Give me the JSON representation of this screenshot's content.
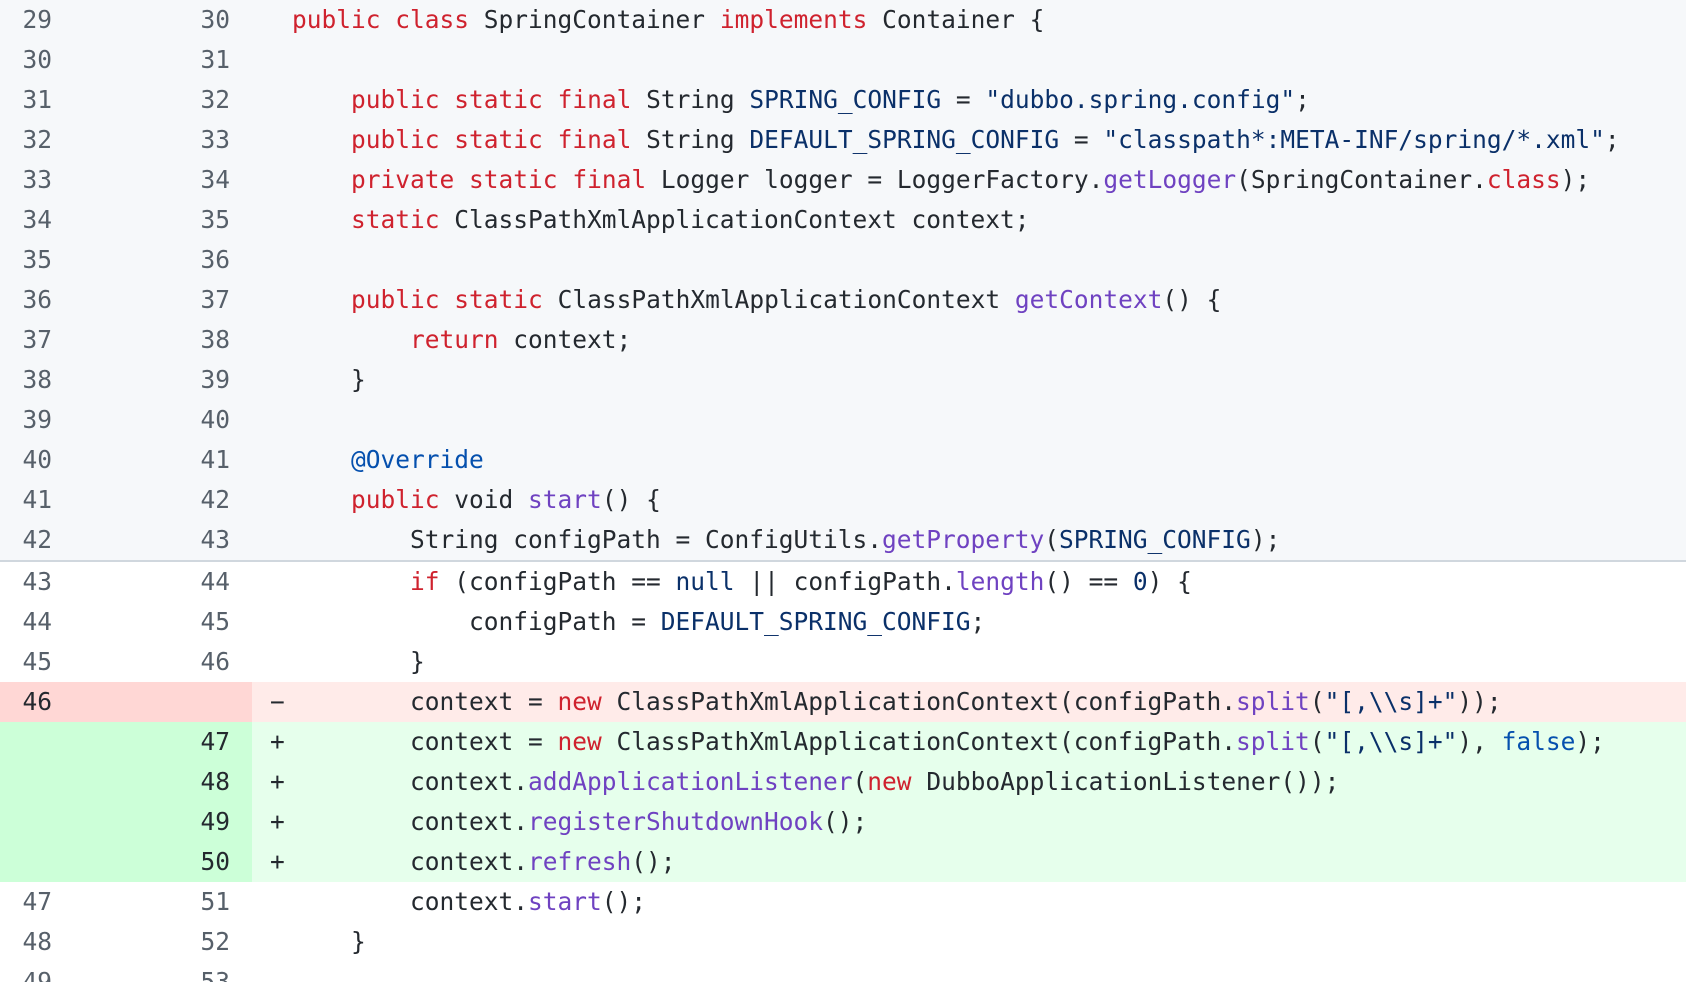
{
  "diff": {
    "rows": [
      {
        "type": "context-collapsed",
        "old": "29",
        "new": "30",
        "sign": "",
        "tokens": [
          {
            "c": "plain",
            "t": ""
          },
          {
            "c": "kw",
            "t": "public"
          },
          {
            "c": "plain",
            "t": " "
          },
          {
            "c": "kw",
            "t": "class"
          },
          {
            "c": "plain",
            "t": " SpringContainer "
          },
          {
            "c": "kw",
            "t": "implements"
          },
          {
            "c": "plain",
            "t": " Container {"
          }
        ]
      },
      {
        "type": "context-collapsed",
        "old": "30",
        "new": "31",
        "sign": "",
        "tokens": []
      },
      {
        "type": "context-collapsed",
        "old": "31",
        "new": "32",
        "sign": "",
        "tokens": [
          {
            "c": "plain",
            "t": "    "
          },
          {
            "c": "kw",
            "t": "public"
          },
          {
            "c": "plain",
            "t": " "
          },
          {
            "c": "kw",
            "t": "static"
          },
          {
            "c": "plain",
            "t": " "
          },
          {
            "c": "kw",
            "t": "final"
          },
          {
            "c": "plain",
            "t": " String "
          },
          {
            "c": "const",
            "t": "SPRING_CONFIG"
          },
          {
            "c": "plain",
            "t": " = "
          },
          {
            "c": "str",
            "t": "\"dubbo.spring.config\""
          },
          {
            "c": "plain",
            "t": ";"
          }
        ]
      },
      {
        "type": "context-collapsed",
        "old": "32",
        "new": "33",
        "sign": "",
        "tokens": [
          {
            "c": "plain",
            "t": "    "
          },
          {
            "c": "kw",
            "t": "public"
          },
          {
            "c": "plain",
            "t": " "
          },
          {
            "c": "kw",
            "t": "static"
          },
          {
            "c": "plain",
            "t": " "
          },
          {
            "c": "kw",
            "t": "final"
          },
          {
            "c": "plain",
            "t": " String "
          },
          {
            "c": "const",
            "t": "DEFAULT_SPRING_CONFIG"
          },
          {
            "c": "plain",
            "t": " = "
          },
          {
            "c": "str",
            "t": "\"classpath*:META-INF/spring/*.xml\""
          },
          {
            "c": "plain",
            "t": ";"
          }
        ]
      },
      {
        "type": "context-collapsed",
        "old": "33",
        "new": "34",
        "sign": "",
        "tokens": [
          {
            "c": "plain",
            "t": "    "
          },
          {
            "c": "kw",
            "t": "private"
          },
          {
            "c": "plain",
            "t": " "
          },
          {
            "c": "kw",
            "t": "static"
          },
          {
            "c": "plain",
            "t": " "
          },
          {
            "c": "kw",
            "t": "final"
          },
          {
            "c": "plain",
            "t": " Logger logger = LoggerFactory."
          },
          {
            "c": "fn",
            "t": "getLogger"
          },
          {
            "c": "plain",
            "t": "(SpringContainer."
          },
          {
            "c": "kw",
            "t": "class"
          },
          {
            "c": "plain",
            "t": ");"
          }
        ]
      },
      {
        "type": "context-collapsed",
        "old": "34",
        "new": "35",
        "sign": "",
        "tokens": [
          {
            "c": "plain",
            "t": "    "
          },
          {
            "c": "kw",
            "t": "static"
          },
          {
            "c": "plain",
            "t": " ClassPathXmlApplicationContext context;"
          }
        ]
      },
      {
        "type": "context-collapsed",
        "old": "35",
        "new": "36",
        "sign": "",
        "tokens": []
      },
      {
        "type": "context-collapsed",
        "old": "36",
        "new": "37",
        "sign": "",
        "tokens": [
          {
            "c": "plain",
            "t": "    "
          },
          {
            "c": "kw",
            "t": "public"
          },
          {
            "c": "plain",
            "t": " "
          },
          {
            "c": "kw",
            "t": "static"
          },
          {
            "c": "plain",
            "t": " ClassPathXmlApplicationContext "
          },
          {
            "c": "fn",
            "t": "getContext"
          },
          {
            "c": "plain",
            "t": "() {"
          }
        ]
      },
      {
        "type": "context-collapsed",
        "old": "37",
        "new": "38",
        "sign": "",
        "tokens": [
          {
            "c": "plain",
            "t": "        "
          },
          {
            "c": "kw",
            "t": "return"
          },
          {
            "c": "plain",
            "t": " context;"
          }
        ]
      },
      {
        "type": "context-collapsed",
        "old": "38",
        "new": "39",
        "sign": "",
        "tokens": [
          {
            "c": "plain",
            "t": "    }"
          }
        ]
      },
      {
        "type": "context-collapsed",
        "old": "39",
        "new": "40",
        "sign": "",
        "tokens": []
      },
      {
        "type": "context-collapsed",
        "old": "40",
        "new": "41",
        "sign": "",
        "tokens": [
          {
            "c": "plain",
            "t": "    "
          },
          {
            "c": "ann",
            "t": "@Override"
          }
        ]
      },
      {
        "type": "context-collapsed",
        "old": "41",
        "new": "42",
        "sign": "",
        "tokens": [
          {
            "c": "plain",
            "t": "    "
          },
          {
            "c": "kw",
            "t": "public"
          },
          {
            "c": "plain",
            "t": " void "
          },
          {
            "c": "fn",
            "t": "start"
          },
          {
            "c": "plain",
            "t": "() {"
          }
        ]
      },
      {
        "type": "context-collapsed",
        "old": "42",
        "new": "43",
        "sign": "",
        "divider": true,
        "tokens": [
          {
            "c": "plain",
            "t": "        String configPath = ConfigUtils."
          },
          {
            "c": "fn",
            "t": "getProperty"
          },
          {
            "c": "plain",
            "t": "("
          },
          {
            "c": "const",
            "t": "SPRING_CONFIG"
          },
          {
            "c": "plain",
            "t": ");"
          }
        ]
      },
      {
        "type": "context",
        "old": "43",
        "new": "44",
        "sign": "",
        "tokens": [
          {
            "c": "plain",
            "t": "        "
          },
          {
            "c": "kw",
            "t": "if"
          },
          {
            "c": "plain",
            "t": " (configPath == "
          },
          {
            "c": "const",
            "t": "null"
          },
          {
            "c": "plain",
            "t": " || configPath."
          },
          {
            "c": "fn",
            "t": "length"
          },
          {
            "c": "plain",
            "t": "() == "
          },
          {
            "c": "const",
            "t": "0"
          },
          {
            "c": "plain",
            "t": ") {"
          }
        ]
      },
      {
        "type": "context",
        "old": "44",
        "new": "45",
        "sign": "",
        "tokens": [
          {
            "c": "plain",
            "t": "            configPath = "
          },
          {
            "c": "const",
            "t": "DEFAULT_SPRING_CONFIG"
          },
          {
            "c": "plain",
            "t": ";"
          }
        ]
      },
      {
        "type": "context",
        "old": "45",
        "new": "46",
        "sign": "",
        "tokens": [
          {
            "c": "plain",
            "t": "        }"
          }
        ]
      },
      {
        "type": "deletion",
        "old": "46",
        "new": "",
        "sign": "−",
        "tokens": [
          {
            "c": "plain",
            "t": "        context = "
          },
          {
            "c": "kw",
            "t": "new"
          },
          {
            "c": "plain",
            "t": " ClassPathXmlApplicationContext(configPath."
          },
          {
            "c": "fn",
            "t": "split"
          },
          {
            "c": "plain",
            "t": "("
          },
          {
            "c": "str",
            "t": "\"[,\\\\s]+\""
          },
          {
            "c": "plain",
            "t": "));"
          }
        ]
      },
      {
        "type": "addition",
        "old": "",
        "new": "47",
        "sign": "+",
        "tokens": [
          {
            "c": "plain",
            "t": "        context = "
          },
          {
            "c": "kw",
            "t": "new"
          },
          {
            "c": "plain",
            "t": " ClassPathXmlApplicationContext(configPath."
          },
          {
            "c": "fn",
            "t": "split"
          },
          {
            "c": "plain",
            "t": "("
          },
          {
            "c": "str",
            "t": "\"[,\\\\s]+\""
          },
          {
            "c": "plain",
            "t": "), "
          },
          {
            "c": "ann",
            "t": "false"
          },
          {
            "c": "plain",
            "t": ");"
          }
        ]
      },
      {
        "type": "addition",
        "old": "",
        "new": "48",
        "sign": "+",
        "tokens": [
          {
            "c": "plain",
            "t": "        context."
          },
          {
            "c": "fn",
            "t": "addApplicationListener"
          },
          {
            "c": "plain",
            "t": "("
          },
          {
            "c": "kw",
            "t": "new"
          },
          {
            "c": "plain",
            "t": " DubboApplicationListener());"
          }
        ]
      },
      {
        "type": "addition",
        "old": "",
        "new": "49",
        "sign": "+",
        "tokens": [
          {
            "c": "plain",
            "t": "        context."
          },
          {
            "c": "fn",
            "t": "registerShutdownHook"
          },
          {
            "c": "plain",
            "t": "();"
          }
        ]
      },
      {
        "type": "addition",
        "old": "",
        "new": "50",
        "sign": "+",
        "tokens": [
          {
            "c": "plain",
            "t": "        context."
          },
          {
            "c": "fn",
            "t": "refresh"
          },
          {
            "c": "plain",
            "t": "();"
          }
        ]
      },
      {
        "type": "context",
        "old": "47",
        "new": "51",
        "sign": "",
        "tokens": [
          {
            "c": "plain",
            "t": "        context."
          },
          {
            "c": "fn",
            "t": "start"
          },
          {
            "c": "plain",
            "t": "();"
          }
        ]
      },
      {
        "type": "context",
        "old": "48",
        "new": "52",
        "sign": "",
        "tokens": [
          {
            "c": "plain",
            "t": "    }"
          }
        ]
      },
      {
        "type": "context",
        "old": "49",
        "new": "53",
        "sign": "",
        "tokens": []
      }
    ]
  },
  "colors": {
    "keyword": "#cf222e",
    "constant": "#0a3069",
    "function": "#6f42c1",
    "annotation": "#0550ae",
    "deletion_bg": "#ffebe9",
    "addition_bg": "#e6ffec",
    "context_collapsed_bg": "#f6f8fa"
  }
}
